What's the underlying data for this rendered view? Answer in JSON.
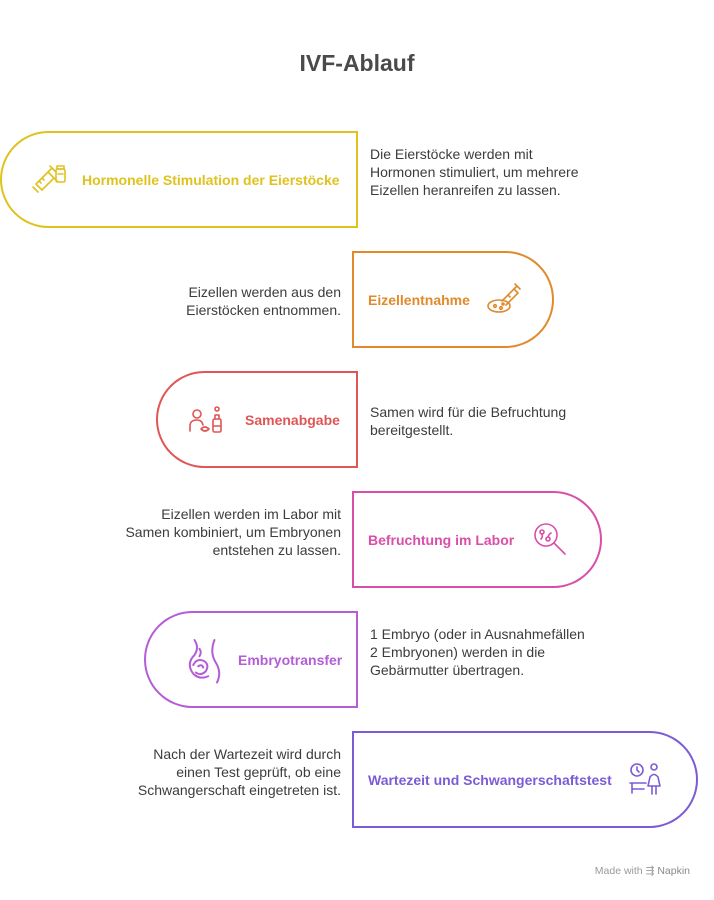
{
  "title": "IVF-Ablauf",
  "steps": [
    {
      "label": "Hormonelle Stimulation der Eierstöcke",
      "description": "Die Eierstöcke werden mit Hormonen stimuliert, um mehrere Eizellen heranreifen zu lassen.",
      "color": "#E0C21E",
      "icon": "syringe-vial-icon"
    },
    {
      "label": "Eizellentnahme",
      "description": "Eizellen werden aus den Eierstöcken entnommen.",
      "color": "#E08A2C",
      "icon": "syringe-dish-icon"
    },
    {
      "label": "Samenabgabe",
      "description": "Samen wird für die Befruchtung bereitgestellt.",
      "color": "#E05555",
      "icon": "person-sample-icon"
    },
    {
      "label": "Befruchtung im Labor",
      "description": "Eizellen werden im Labor mit Samen kombiniert, um Embryonen entstehen zu lassen.",
      "color": "#D94FA8",
      "icon": "magnifier-cells-icon"
    },
    {
      "label": "Embryotransfer",
      "description": "1 Embryo (oder in Ausnahmefällen 2 Embryonen) werden in die Gebärmutter übertragen.",
      "color": "#B45DD6",
      "icon": "pregnant-belly-icon"
    },
    {
      "label": "Wartezeit und Schwangerschaftstest",
      "description": "Nach der Wartezeit wird durch einen Test geprüft, ob eine Schwangerschaft eingetreten ist.",
      "color": "#7B5BD6",
      "icon": "clock-person-icon"
    }
  ],
  "footer": {
    "made_with": "Made with",
    "brand": "Napkin"
  }
}
